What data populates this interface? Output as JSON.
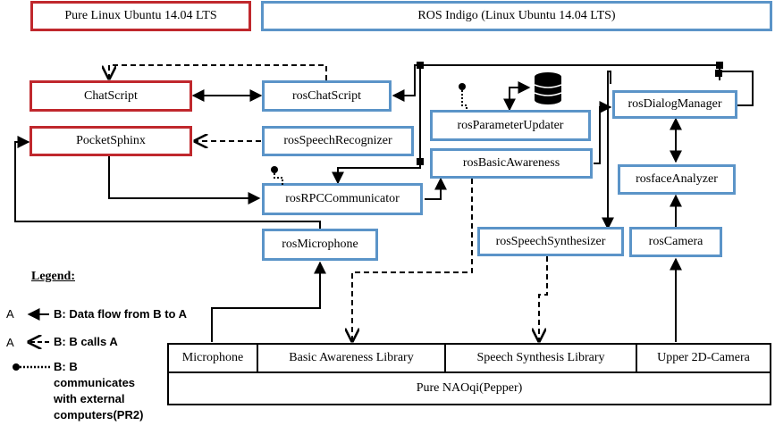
{
  "headers": {
    "linux": "Pure Linux Ubuntu 14.04 LTS",
    "ros": "ROS Indigo (Linux Ubuntu 14.04 LTS)"
  },
  "nodes": {
    "chatscript": "ChatScript",
    "pocketsphinx": "PocketSphinx",
    "ros_chatscript": "rosChatScript",
    "ros_speech_recognizer": "rosSpeechRecognizer",
    "ros_rpc_communicator": "rosRPCCommunicator",
    "ros_microphone": "rosMicrophone",
    "ros_parameter_updater": "rosParameterUpdater",
    "ros_basic_awareness": "rosBasicAwareness",
    "ros_dialog_manager": "rosDialogManager",
    "ros_face_analyzer": "rosfaceAnalyzer",
    "ros_speech_synthesizer": "rosSpeechSynthesizer",
    "ros_camera": "rosCamera"
  },
  "naoqi": {
    "microphone": "Microphone",
    "basic_awareness_library": "Basic Awareness Library",
    "speech_synthesis_library": "Speech Synthesis Library",
    "upper_camera": "Upper 2D-Camera",
    "pure_naoqi": "Pure NAOqi(Pepper)"
  },
  "legend": {
    "title": "Legend:",
    "a1": "A",
    "data_flow": "B:  Data flow from B to A",
    "a2": "A",
    "calls": "B:  B calls A",
    "communicates_b": "B:  B",
    "communicates_1": "communicates",
    "communicates_2": "with external",
    "communicates_3": "computers(PR2)"
  },
  "icons": {
    "database": "database-icon",
    "antenna": "antenna-icon"
  },
  "colors": {
    "linux_border": "#c0282d",
    "ros_border": "#5b94c8",
    "naoqi_border": "#000000"
  }
}
